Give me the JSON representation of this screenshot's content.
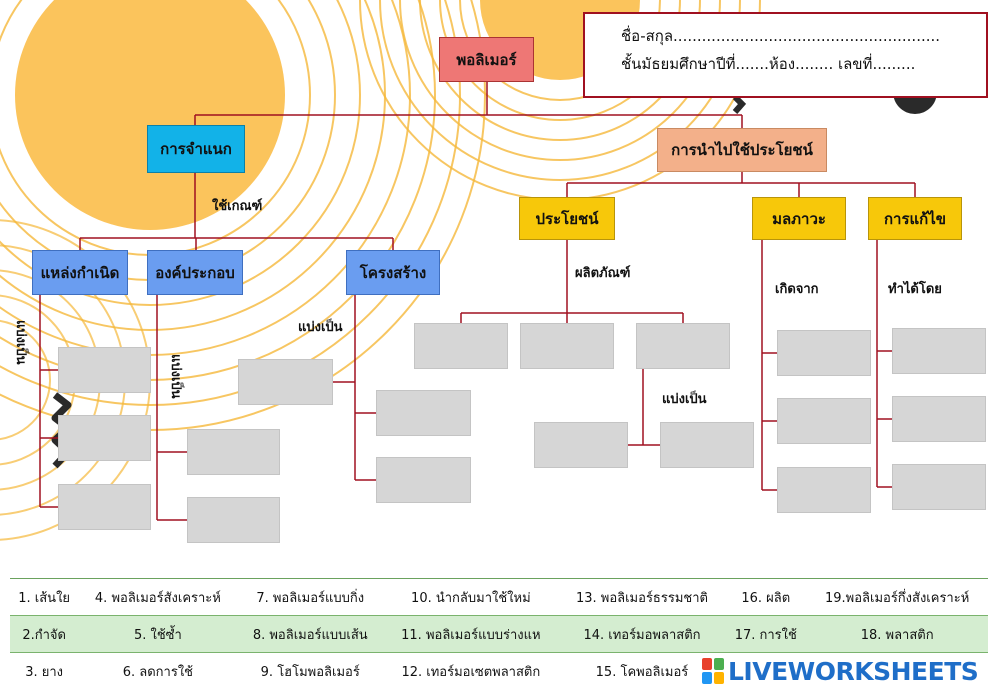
{
  "colors": {
    "line": "#a01020",
    "title_box": "#ee7775",
    "classify_box": "#12b2e8",
    "use_box": "#f3b08a",
    "yellow_box": "#f7c80a",
    "blue_box": "#6a9df0",
    "slot": "#d6d6d6",
    "table_green": "#d4edd0",
    "logo_blue": "#1f6ec8"
  },
  "header": {
    "name_line": "ชื่อ-สกุล........................................................",
    "class_line": "ชั้นมัธยมศึกษาปีที่.......ห้อง........ เลขที่........."
  },
  "diagram": {
    "root": "พอลิเมอร์",
    "classify": "การจำแนก",
    "use": "การนำไปใช้ประโยชน์",
    "criteria_label": "ใช้เกณฑ์",
    "source": "แหล่งกำเนิด",
    "composition": "องค์ประกอบ",
    "structure": "โครงสร้าง",
    "benefit": "ประโยชน์",
    "pollution": "มลภาวะ",
    "solution": "การแก้ไข",
    "split_label_source": "แบ่งเป็น",
    "split_label_composition": "แบ่งเป็น",
    "split_label_structure": "แบ่งเป็น",
    "product_label": "ผลิตภัณฑ์",
    "split_label_product": "แบ่งเป็น",
    "caused_by_label": "เกิดจาก",
    "done_by_label": "ทำได้โดย"
  },
  "word_bank": [
    [
      "1. เส้นใย",
      "4. พอลิเมอร์สังเคราะห์",
      "7. พอลิเมอร์แบบกิ่ง",
      "10. นำกลับมาใช้ใหม่",
      "13. พอลิเมอร์ธรรมชาติ",
      "16. ผลิต",
      "19.พอลิเมอร์กึ่งสังเคราะห์"
    ],
    [
      "2.กำจัด",
      "5. ใช้ซ้ำ",
      "8. พอลิเมอร์แบบเส้น",
      "11. พอลิเมอร์แบบร่างแห",
      "14. เทอร์มอพลาสติก",
      "17. การใช้",
      "18. พลาสติก"
    ],
    [
      "3. ยาง",
      "6. ลดการใช้",
      "9. โฮโมพอลิเมอร์",
      "12. เทอร์มอเซตพลาสติก",
      "15. โคพอลิเมอร์",
      "",
      ""
    ]
  ],
  "logo": {
    "text": "LIVEWORKSHEETS",
    "mark_colors": [
      "#e8412c",
      "#4caf50",
      "#2196f3",
      "#ffb300"
    ]
  }
}
